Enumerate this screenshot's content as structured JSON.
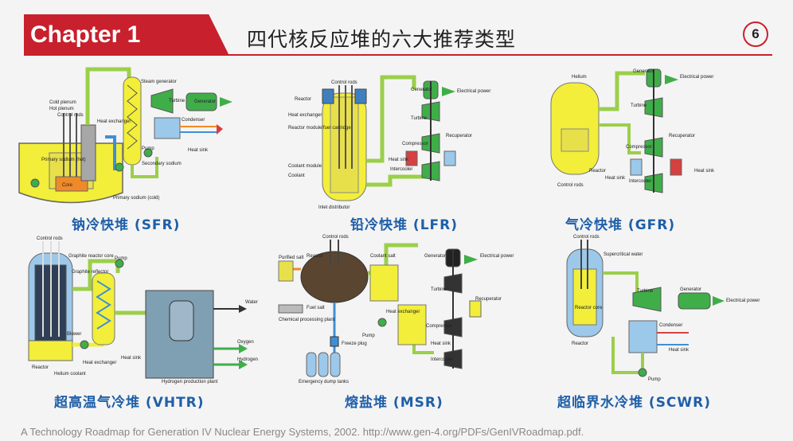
{
  "header": {
    "chapter": "Chapter 1",
    "title": "四代核反应堆的六大推荐类型",
    "page_number": "6"
  },
  "reactors": [
    {
      "caption": "钠冷快堆 (SFR)",
      "labels": [
        "Cold plenum",
        "Hot plenum",
        "Control rods",
        "Heat exchanger",
        "Steam generator",
        "Turbine",
        "Generator",
        "Condenser",
        "Heat sink",
        "Pump",
        "Secondary sodium",
        "Primary sodium (hot)",
        "Primary sodium (cold)",
        "Core"
      ]
    },
    {
      "caption": "铅冷快堆 (LFR)",
      "labels": [
        "Control rods",
        "Reactor",
        "Generator",
        "Electrical power",
        "Turbine",
        "Recuperator",
        "Compressor",
        "Heat sink",
        "Intercooler",
        "Reactor module/fuel cartridge",
        "Coolant module",
        "Coolant",
        "Heat exchanger",
        "Inlet distributor"
      ]
    },
    {
      "caption": "气冷快堆 (GFR)",
      "labels": [
        "Generator",
        "Electrical power",
        "Helium",
        "Turbine",
        "Recuperator",
        "Compressor",
        "Reactor",
        "Heat sink",
        "Intercooler",
        "Control rods",
        "Heat sink"
      ]
    },
    {
      "caption": "超高温气冷堆 (VHTR)",
      "labels": [
        "Control rods",
        "Graphite reactor core",
        "Graphite reflector",
        "Pump",
        "Water",
        "Oxygen",
        "Hydrogen",
        "Blower",
        "Heat exchanger",
        "Heat sink",
        "Reactor",
        "Helium coolant",
        "Hydrogen production plant"
      ]
    },
    {
      "caption": "熔盐堆 (MSR)",
      "labels": [
        "Control rods",
        "Reactor",
        "Coolant salt",
        "Purified salt",
        "Fuel salt",
        "Generator",
        "Electrical power",
        "Turbine",
        "Recuperator",
        "Heat exchanger",
        "Compressor",
        "Heat sink",
        "Intercooler",
        "Pump",
        "Freeze plug",
        "Chemical processing plant",
        "Emergency dump tanks"
      ]
    },
    {
      "caption": "超临界水冷堆 (SCWR)",
      "labels": [
        "Control rods",
        "Supercritical water",
        "Reactor core",
        "Turbine",
        "Generator",
        "Electrical power",
        "Condenser",
        "Heat sink",
        "Pump",
        "Reactor"
      ]
    }
  ],
  "source": "A Technology Roadmap for Generation IV Nuclear Energy Systems, 2002. http://www.gen-4.org/PDFs/GenIVRoadmap.pdf.",
  "colors": {
    "accent": "#c8202c",
    "caption": "#1f5fa8",
    "coolant": "#f2ee3a",
    "pipe": "#9bcf4a",
    "turbine": "#3fae49",
    "hot": "#f08a28",
    "cold": "#3f8fd6"
  }
}
